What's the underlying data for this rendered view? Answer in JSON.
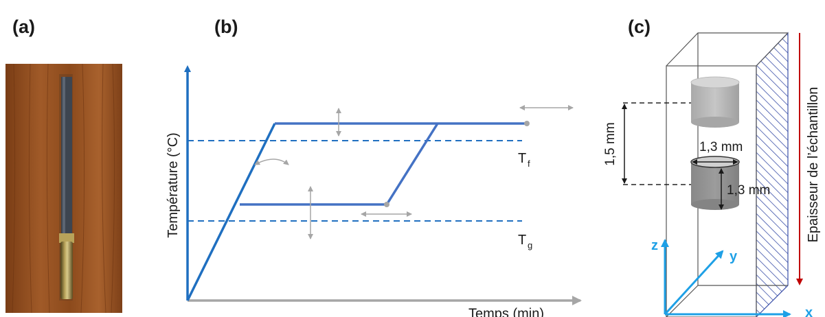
{
  "panels": {
    "a": {
      "label": "(a)"
    },
    "b": {
      "label": "(b)",
      "y_axis_label": "Température (°C)",
      "x_axis_label": "Temps (min)",
      "tf_main": "T",
      "tf_sub": "f",
      "tg_main": "T",
      "tg_sub": "g"
    },
    "c": {
      "label": "(c)",
      "dim_vertical": "1,5 mm",
      "dim_diameter": "1,3 mm",
      "dim_height": "1,3 mm",
      "side_label": "Epaisseur de l’échantillon",
      "axis_z": "z",
      "axis_y": "y",
      "axis_x": "x"
    }
  },
  "colors": {
    "axis_blue": "#1f6fc0",
    "curve_blue": "#4472c4",
    "arrow_gray": "#a6a6a6",
    "red_arrow": "#c00000",
    "axes_cyan": "#1ea0e6",
    "hatch_blue": "#3a4fa8",
    "wood": "#8b4a1e"
  }
}
